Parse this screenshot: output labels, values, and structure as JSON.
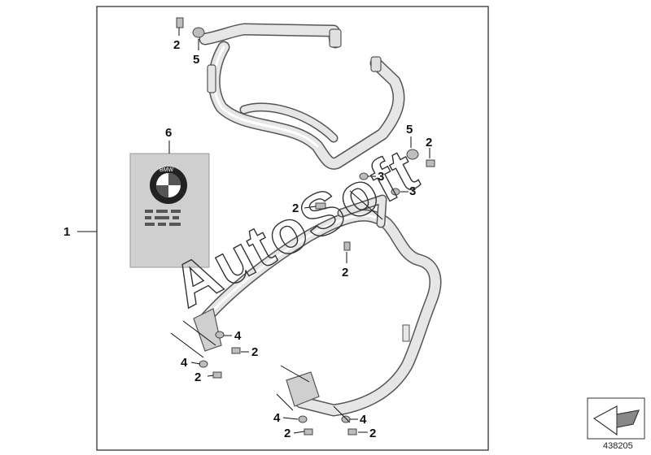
{
  "diagram": {
    "callouts": {
      "frame": "1",
      "bolt_top": "2",
      "washer_top": "5",
      "manual": "6",
      "washer_right": "5",
      "bolt_right": "2",
      "nut_a": "3",
      "bolt_mid_left": "2",
      "nut_b": "3",
      "bolt_mid": "2",
      "spacer_left": "4",
      "bolt_left_a": "2",
      "spacer_left_b": "4",
      "bolt_left_b": "2",
      "spacer_br_a": "4",
      "spacer_br_b": "4",
      "bolt_br_a": "2",
      "bolt_br_b": "2"
    },
    "watermark": "AutoSoft",
    "part_number": "438205",
    "manual_brand": "BMW",
    "icon": "folded-arrow-icon"
  }
}
